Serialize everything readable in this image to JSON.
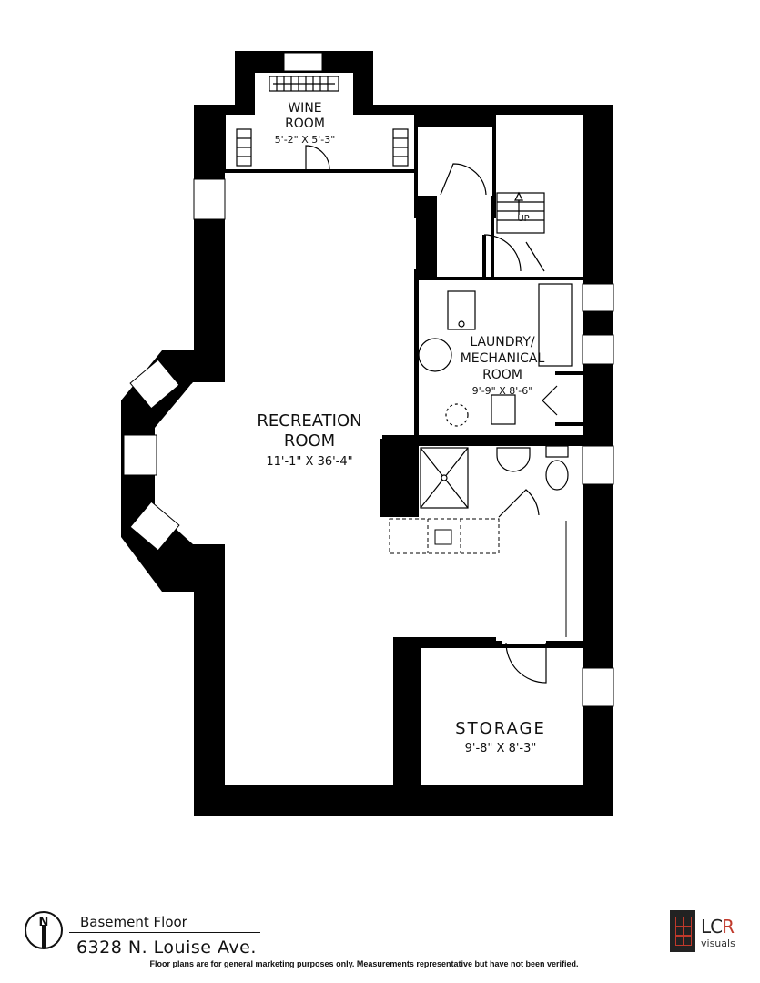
{
  "plan": {
    "floor": "Basement Floor",
    "address": "6328 N. Louise Ave.",
    "disclaimer": "Floor plans are for general marketing purposes only. Measurements representative but have not been verified.",
    "compass_letter": "N",
    "rooms": [
      {
        "id": "wine",
        "name_lines": [
          "WINE",
          "ROOM"
        ],
        "dimensions": "5'-2\" X 5'-3\""
      },
      {
        "id": "laundry",
        "name_lines": [
          "LAUNDRY/",
          "MECHANICAL",
          "ROOM"
        ],
        "dimensions": "9'-9\" X 8'-6\""
      },
      {
        "id": "recreation",
        "name_lines": [
          "RECREATION",
          "ROOM"
        ],
        "dimensions": "11'-1\" X 36'-4\""
      },
      {
        "id": "storage",
        "name_lines": [
          "STORAGE"
        ],
        "dimensions": "9'-8\" X 8'-3\""
      }
    ],
    "stair_label": "UP"
  },
  "brand": {
    "name_prefix": "LC",
    "name_accent": "R",
    "sub": "visuals",
    "accent_color": "#c0392b"
  }
}
